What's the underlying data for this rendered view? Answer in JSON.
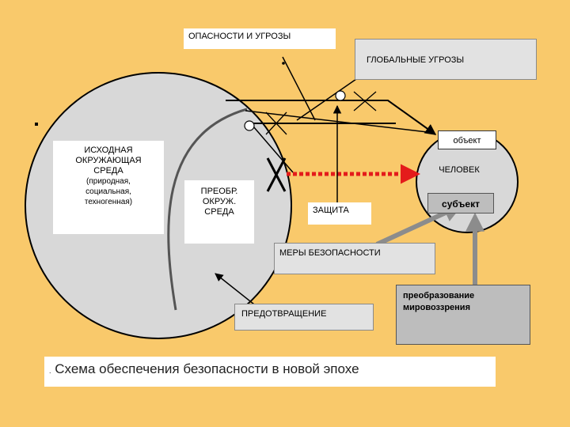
{
  "boxes": {
    "threats": "ОПАСНОСТИ И УГРОЗЫ",
    "global_threats": "ГЛОБАЛЬНЫЕ УГРОЗЫ",
    "object": "объект",
    "person": "ЧЕЛОВЕК",
    "subject": "субъект",
    "initial_env_title": [
      "ИСХОДНАЯ",
      "ОКРУЖАЮЩАЯ",
      "СРЕДА"
    ],
    "initial_env_detail": [
      "(природная,",
      "социальная,",
      "техногенная)"
    ],
    "transformed_env": [
      "ПРЕОБР.",
      "ОКРУЖ.",
      "СРЕДА"
    ],
    "protection": "ЗАЩИТА",
    "safety_measures": "МЕРЫ БЕЗОПАСНОСТИ",
    "prevention": "ПРЕДОТВРАЩЕНИЕ",
    "worldview_transformation": [
      "преобразование",
      "мировоззрения"
    ]
  },
  "caption": {
    "marker": ".",
    "text": "Схема  обеспечения безопасности в новой эпохе"
  },
  "colors": {
    "background": "#f9c96b",
    "circle_fill": "#d8d8d8",
    "dashed_arrow": "#e41b1b",
    "grey_arrow": "#8c8c8c"
  }
}
